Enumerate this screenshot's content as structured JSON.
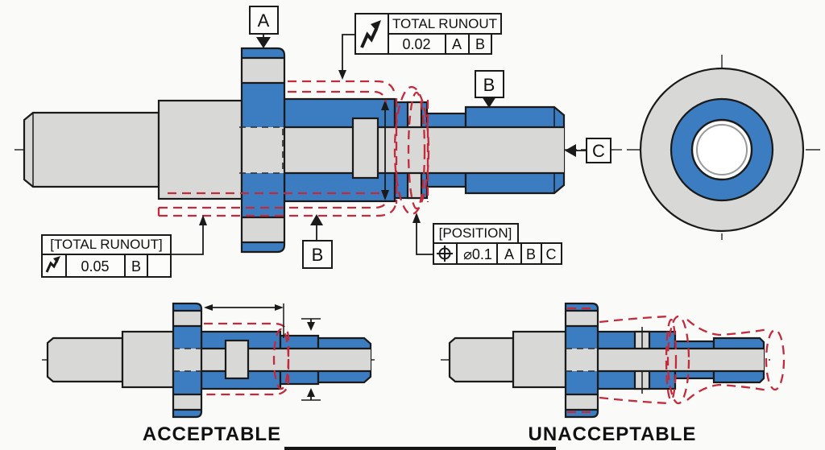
{
  "colors": {
    "blue": "#3c7cc0",
    "gray": "#d8d8d6",
    "red": "#c32a3c",
    "line": "#1a1a1a",
    "background": "#fafaf8"
  },
  "datums": {
    "a": "A",
    "b_top": "B",
    "c": "C",
    "b_bottom": "B"
  },
  "fcf_top": {
    "name": "TOTAL RUNOUT",
    "tolerance": "0.02",
    "datum_1": "A",
    "datum_2": "B"
  },
  "fcf_left": {
    "label": "[TOTAL RUNOUT]",
    "tolerance": "0.05",
    "datum_1": "B"
  },
  "fcf_position": {
    "label": "[POSITION]",
    "tolerance": "⌀0.1",
    "datum_1": "A",
    "datum_2": "B",
    "datum_3": "C"
  },
  "captions": {
    "acceptable": "ACCEPTABLE",
    "unacceptable": "UNACCEPTABLE"
  }
}
